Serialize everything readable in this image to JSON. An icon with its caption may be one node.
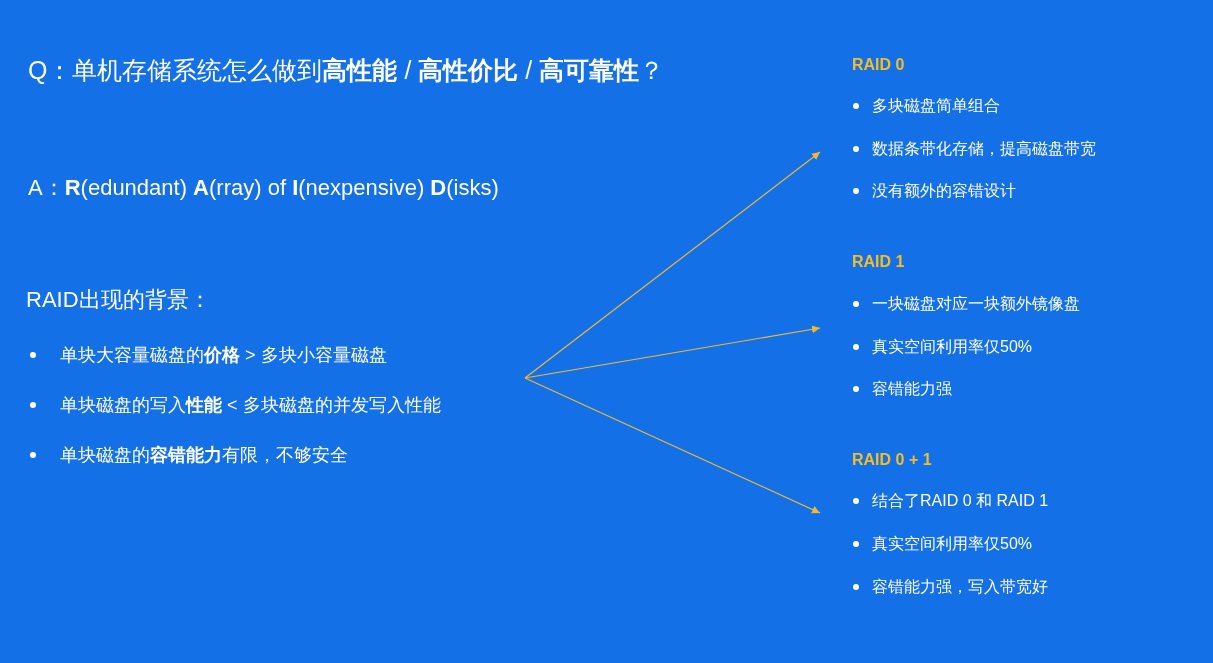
{
  "diagram": {
    "nodes": [
      {
        "text": [
          "RAID出现的背景：",
          "单块大容量磁盘的**价格** > 多块小容量磁盘",
          "单块磁盘的写入**性能** < 多块磁盘的并发写入性能",
          "单块磁盘的**容错能力**有限，不够安全"
        ]
      },
      {
        "text": [
          "RAID 0",
          "多块磁盘简单组合",
          "数据条带化存储，提高磁盘带宽",
          "没有额外的容错设计"
        ]
      },
      {
        "text": [
          "RAID 1",
          "一块磁盘对应一块额外镜像盘",
          "真实空间利用率仅50%",
          "容错能力强"
        ]
      },
      {
        "text": [
          "RAID 0 + 1",
          "结合了RAID 0 和 RAID 1",
          "真实空间利用率仅50%",
          "容错能力强，写入带宽好"
        ]
      }
    ],
    "edges": [
      {
        "from": 0,
        "to": 1,
        "arrow": "to"
      },
      {
        "from": 0,
        "to": 2,
        "arrow": "to"
      },
      {
        "from": 0,
        "to": 3,
        "arrow": "to"
      }
    ],
    "labels": [
      "Q：单机存储系统怎么做到**高性能** / **高性价比** / **高可靠性**？",
      "A：**R**(edundant) **A**(rray) of **I**(nexpensive) **D**(isks)"
    ]
  }
}
